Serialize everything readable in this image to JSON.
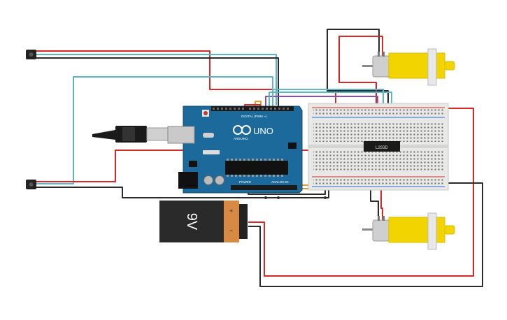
{
  "arduino": {
    "brand": "UNO",
    "maker": "ARDUINO",
    "digital_header": "DIGITAL (PWM ~)",
    "power_label": "POWER",
    "analog_label": "ANALOG IN"
  },
  "battery": {
    "label": "9V",
    "plus": "+",
    "minus": "−"
  },
  "driver_chip": {
    "label": "L293D"
  },
  "colors": {
    "red_wire": "#d62a2a",
    "black_wire": "#2b2b2b",
    "cyan_wire": "#5bb7c5",
    "purple_wire": "#8b4fa8",
    "orange_wire": "#e09a2a",
    "board_blue": "#1c6a9c",
    "motor_yellow": "#f2d400",
    "battery_orange": "#d88a45"
  },
  "icons": [
    "ir-sensor-icon",
    "usb-cable-icon",
    "motor-icon",
    "battery-icon",
    "chip-icon"
  ]
}
